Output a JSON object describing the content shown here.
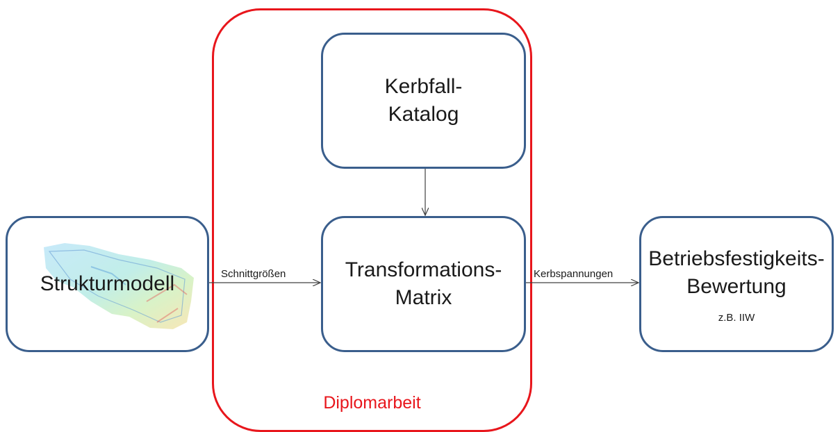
{
  "colors": {
    "node_border": "#3a5e8c",
    "scope_border": "#e8161c",
    "scope_label": "#e8161c",
    "arrow": "#404040"
  },
  "nodes": {
    "strukturmodell": {
      "label": "Strukturmodell"
    },
    "kerbfall": {
      "label": "Kerbfall-\nKatalog"
    },
    "transformation": {
      "label": "Transformations-\nMatrix"
    },
    "betrieb": {
      "label": "Betriebsfestigkeits-\nBewertung",
      "sublabel": "z.B. IIW"
    }
  },
  "edges": {
    "schnitt": {
      "label": "Schnittgrößen"
    },
    "kerb": {
      "label": "Kerbspannungen"
    }
  },
  "scope": {
    "label": "Diplomarbeit"
  }
}
